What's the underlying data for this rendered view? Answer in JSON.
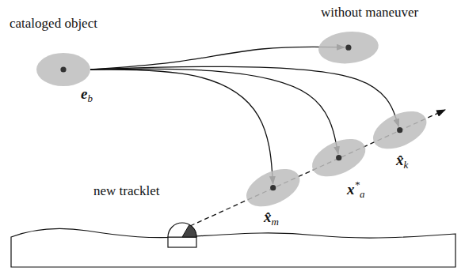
{
  "diagram": {
    "nodes": [
      {
        "text": [
          "cataloged object",
          "eb"
        ]
      },
      {
        "text": [
          "without maneuver"
        ]
      },
      {
        "text": [
          "x̂m"
        ]
      },
      {
        "text": [
          "x*a"
        ]
      },
      {
        "text": [
          "x̂k"
        ]
      }
    ],
    "edges": [
      {
        "from": 0,
        "to": 1,
        "arrow": "to"
      },
      {
        "from": 0,
        "to": 2,
        "arrow": "to"
      },
      {
        "from": 0,
        "to": 3,
        "arrow": "to"
      },
      {
        "from": 0,
        "to": 4,
        "arrow": "to"
      }
    ],
    "labels": [
      "new tracklet"
    ]
  }
}
